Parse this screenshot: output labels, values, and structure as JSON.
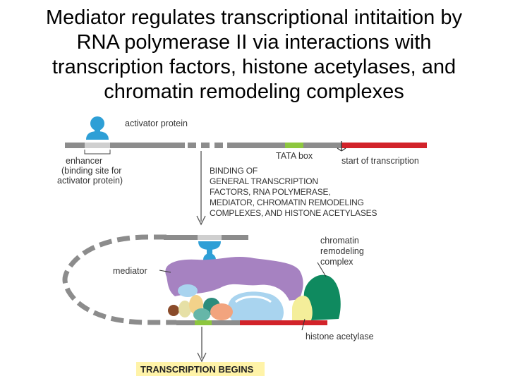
{
  "title": {
    "lines": [
      "Mediator regulates transcriptional intitaition by",
      "RNA polymerase II via interactions with",
      "transcription factors, histone acetylases, and",
      "chromatin remodeling complexes"
    ]
  },
  "labels": {
    "activator_protein": "activator protein",
    "tata_box": "TATA box",
    "enhancer": "enhancer",
    "binding_site_1": "(binding site for",
    "binding_site_2": "activator protein)",
    "start_transcription": "start of transcription",
    "step": [
      "BINDING OF",
      "GENERAL TRANSCRIPTION",
      "FACTORS, RNA POLYMERASE,",
      "MEDIATOR, CHROMATIN REMODELING",
      "COMPLEXES, AND HISTONE ACETYLASES"
    ],
    "chromatin": [
      "chromatin",
      "remodeling",
      "complex"
    ],
    "mediator": "mediator",
    "histone_acetylase": "histone acetylase",
    "transcription_begins": "TRANSCRIPTION BEGINS"
  },
  "colors": {
    "dna": "#8c8c8c",
    "activator": "#2e9fd6",
    "tata": "#8dc63f",
    "transcribed_region": "#d2232a",
    "mediator": "#a682c1",
    "chromatin_remodeling": "#0f8a5f",
    "histone_acetylase": "#f4ee9a",
    "polymerase": "#a9d4ef",
    "begins_highlight": "#fff3a8"
  }
}
